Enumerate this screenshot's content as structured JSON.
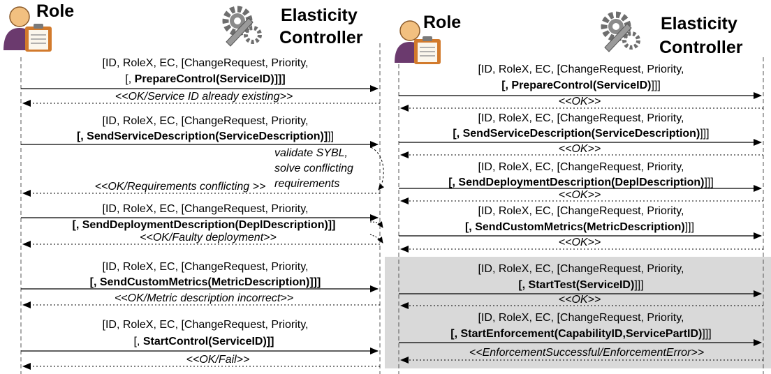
{
  "actors": {
    "role": "Role",
    "controller_line1": "Elasticity",
    "controller_line2": "Controller"
  },
  "left": {
    "m1": {
      "req_line1": "[ID, RoleX, EC, [ChangeRequest, Priority,",
      "req_line2_pre": "[, ",
      "req_line2_bold": "PrepareControl(ServiceID)",
      "req_line2_post": "]]]",
      "response": "<<OK/Service ID already existing>>"
    },
    "m2": {
      "req_line1": "[ID, RoleX, EC,  [ChangeRequest, Priority,",
      "req_line2_pre": "",
      "req_line2_bold": "[, SendServiceDescription(ServiceDescription)]",
      "req_line2_post": "]]",
      "response": "<<OK/Requirements conflicting >>"
    },
    "note": {
      "line1": "validate SYBL,",
      "line2": "solve conflicting",
      "line3": "requirements"
    },
    "m3": {
      "req_line1": "[ID, RoleX, EC, [ChangeRequest, Priority,",
      "req_line2_pre": "",
      "req_line2_bold": "[, SendDeploymentDescription(DeplDescription)]]",
      "req_line2_post": "",
      "response": "<<OK/Faulty deployment>>"
    },
    "m4": {
      "req_line1": "[ID, RoleX, EC, [ChangeRequest, Priority,",
      "req_line2_pre": "",
      "req_line2_bold": "[, SendCustomMetrics(MetricDescription)]]]",
      "req_line2_post": "",
      "response": "<<OK/Metric description incorrect>>"
    },
    "m5": {
      "req_line1": "[ID, RoleX, EC, [ChangeRequest, Priority,",
      "req_line2_pre": "[, ",
      "req_line2_bold": "StartControl(ServiceID)",
      "req_line2_post": "]]",
      "response": "<<OK/Fail>>"
    }
  },
  "right": {
    "m1": {
      "req_line1": "[ID, RoleX, EC, [ChangeRequest, Priority,",
      "req_line2_pre": "",
      "req_line2_bold": "[, PrepareControl(ServiceID)",
      "req_line2_post": "]]]",
      "response": "<<OK>>"
    },
    "m2": {
      "req_line1": "[ID, RoleX, EC, [ChangeRequest, Priority,",
      "req_line2_pre": "",
      "req_line2_bold": "[, SendServiceDescription(ServiceDescription)",
      "req_line2_post": "]]]",
      "response": "<<OK>>"
    },
    "m3": {
      "req_line1": "[ID, RoleX, EC, [ChangeRequest, Priority,",
      "req_line2_pre": "",
      "req_line2_bold": "[, SendDeploymentDescription(DeplDescription)",
      "req_line2_post": "]]]",
      "response": "<<OK>>"
    },
    "m4": {
      "req_line1": "[ID, RoleX, EC, [ChangeRequest, Priority,",
      "req_line2_pre": "",
      "req_line2_bold": "[, SendCustomMetrics(MetricDescription)",
      "req_line2_post": "]]]",
      "response": "<<OK>>"
    },
    "m5": {
      "req_line1": "[ID, RoleX, EC, [ChangeRequest, Priority,",
      "req_line2_pre": "",
      "req_line2_bold": "[, StartTest(ServiceID)",
      "req_line2_post": "]]]",
      "response": "<<OK>>"
    },
    "m6": {
      "req_line1": "[ID, RoleX, EC, [ChangeRequest, Priority,",
      "req_line2_pre": "",
      "req_line2_bold": "[, StartEnforcement(CapabilityID,ServicePartID)",
      "req_line2_post": "]]]",
      "response": "<<EnforcementSuccessful/EnforcementError>>"
    }
  },
  "colors": {
    "highlight_box": "#d9d9d9",
    "role_person": "#6b3a6e",
    "role_head": "#f2c080",
    "clipboard": "#d27a2c",
    "gear": "#6e6e6e"
  },
  "icons": {
    "role": "user-clipboard-icon",
    "controller": "gears-wrench-icon"
  }
}
